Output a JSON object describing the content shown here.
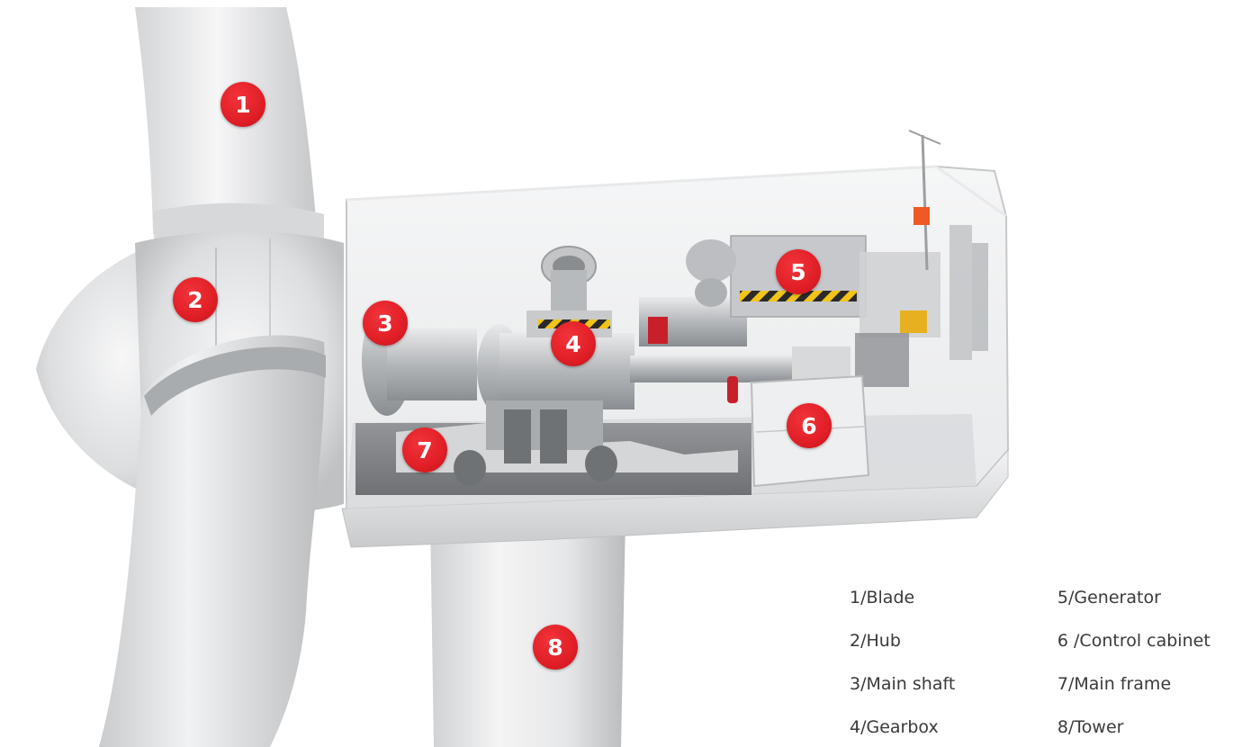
{
  "markers": [
    "1",
    "2",
    "3",
    "4",
    "5",
    "6",
    "7",
    "8"
  ],
  "legend": {
    "blade": "1/Blade",
    "hub": "2/Hub",
    "main_shaft": "3/Main shaft",
    "gearbox": "4/Gearbox",
    "generator": "5/Generator",
    "control_cabinet": "6 /Control cabinet",
    "main_frame": "7/Main frame",
    "tower": "8/Tower"
  },
  "colors": {
    "marker": "#e01e26",
    "legend_text": "#3a3a3a",
    "hazard_stripe": "#f2c418"
  }
}
